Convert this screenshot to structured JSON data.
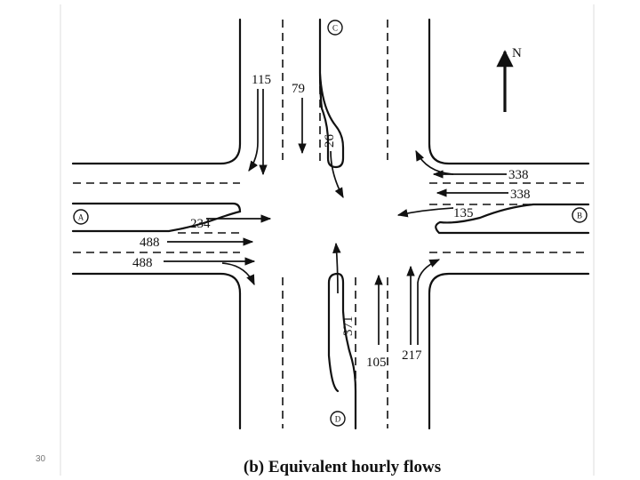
{
  "diagram": {
    "caption": "(b) Equivalent hourly flows",
    "north_label": "N",
    "slide_number": "30",
    "approaches": {
      "north": "C",
      "south": "D",
      "west": "A",
      "east": "B"
    },
    "flows": {
      "north_right": "115",
      "north_through": "79",
      "north_left": "26",
      "west_left": "234",
      "west_through_1": "488",
      "west_through_2": "488",
      "east_through_1": "338",
      "east_through_2": "338",
      "east_left": "135",
      "south_left": "371",
      "south_through": "105",
      "south_right": "217"
    }
  }
}
